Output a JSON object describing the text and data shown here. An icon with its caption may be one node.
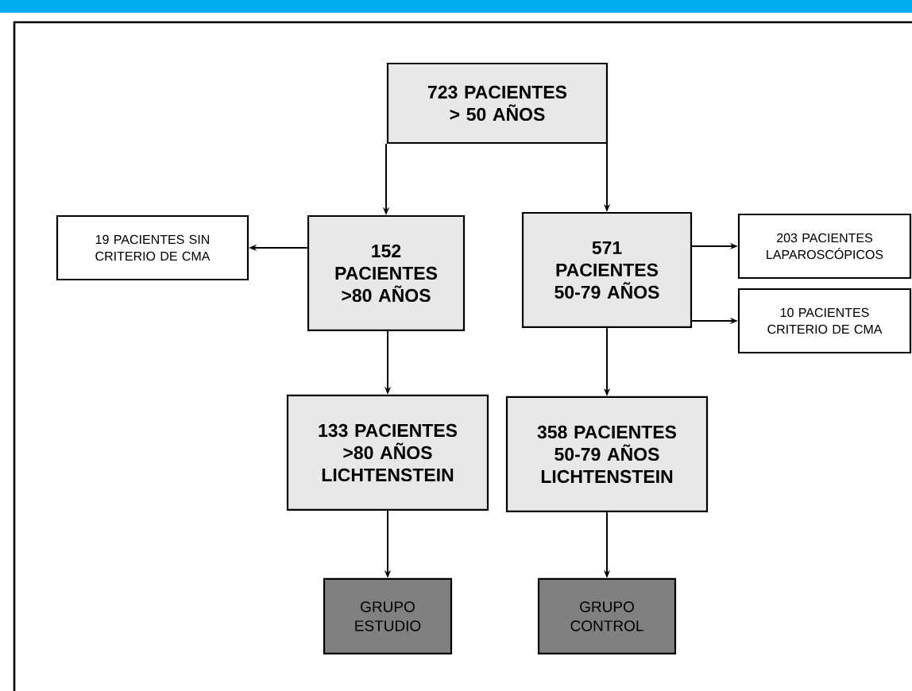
{
  "diagram": {
    "nodes": [
      {
        "text": [
          "723 PACIENTES > 50 AÑOS"
        ]
      },
      {
        "text": [
          "19 PACIENTES SIN CRITERIO DE CMA"
        ]
      },
      {
        "text": [
          "152 PACIENTES >80 AÑOS"
        ]
      },
      {
        "text": [
          "571 PACIENTES 50-79 AÑOS"
        ]
      },
      {
        "text": [
          "203 PACIENTES LAPAROSCÓPICOS"
        ]
      },
      {
        "text": [
          "10 PACIENTES CRITERIO DE CMA"
        ]
      },
      {
        "text": [
          "133 PACIENTES >80 AÑOS LICHTENSTEIN"
        ]
      },
      {
        "text": [
          "358 PACIENTES 50-79 AÑOS LICHTENSTEIN"
        ]
      },
      {
        "text": [
          "GRUPO ESTUDIO"
        ]
      },
      {
        "text": [
          "GRUPO CONTROL"
        ]
      }
    ],
    "edges": [
      {
        "from": 0,
        "to": 2,
        "arrow": "to"
      },
      {
        "from": 0,
        "to": 3,
        "arrow": "to"
      },
      {
        "from": 2,
        "to": 1,
        "arrow": "to"
      },
      {
        "from": 3,
        "to": 4,
        "arrow": "to"
      },
      {
        "from": 3,
        "to": 5,
        "arrow": "to"
      },
      {
        "from": 2,
        "to": 6,
        "arrow": "to"
      },
      {
        "from": 3,
        "to": 7,
        "arrow": "to"
      },
      {
        "from": 6,
        "to": 8,
        "arrow": "to"
      },
      {
        "from": 7,
        "to": 9,
        "arrow": "to"
      }
    ]
  }
}
